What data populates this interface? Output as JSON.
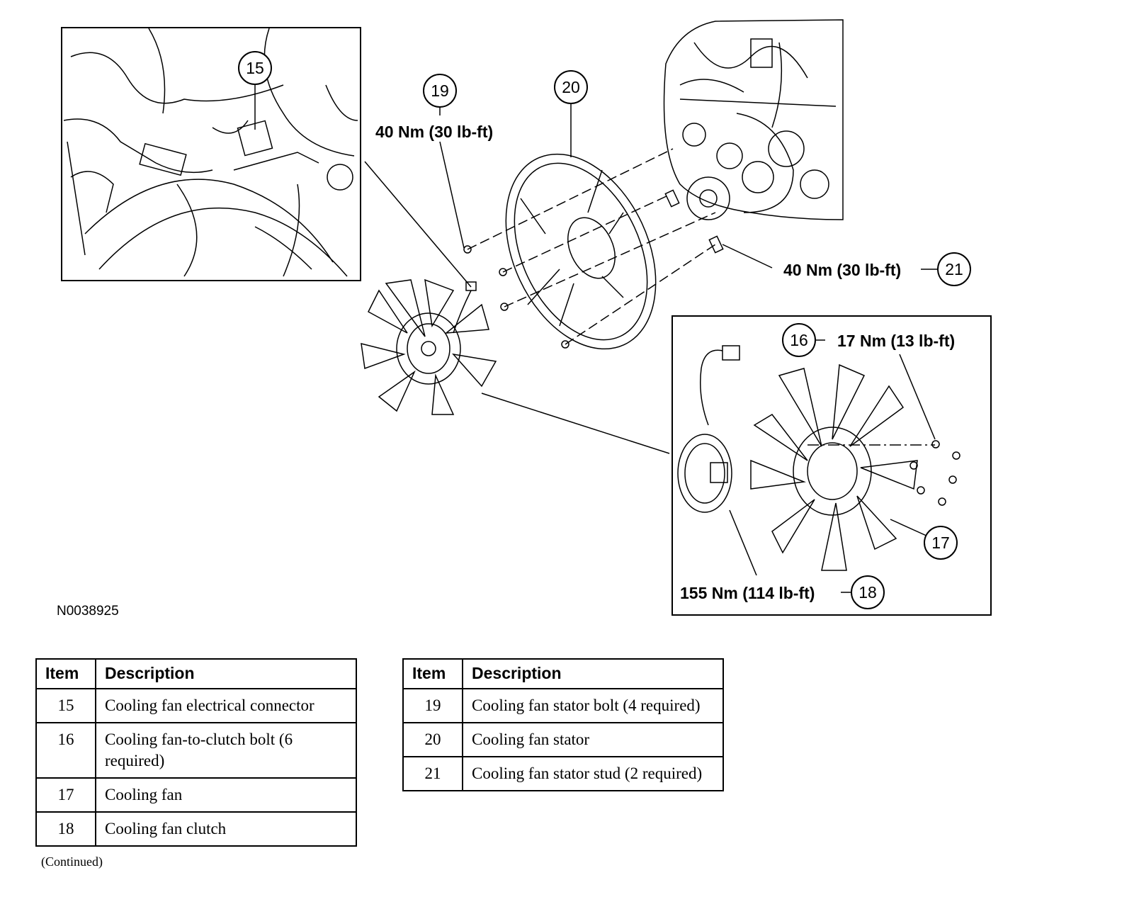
{
  "diagram": {
    "figure_id": "N0038925",
    "callouts": [
      {
        "id": "c15",
        "number": "15",
        "torque": ""
      },
      {
        "id": "c16",
        "number": "16",
        "torque": "17 Nm (13 lb-ft)"
      },
      {
        "id": "c17",
        "number": "17",
        "torque": ""
      },
      {
        "id": "c18",
        "number": "18",
        "torque": "155 Nm (114 lb-ft)"
      },
      {
        "id": "c19",
        "number": "19",
        "torque": "40 Nm (30 lb-ft)"
      },
      {
        "id": "c20",
        "number": "20",
        "torque": ""
      },
      {
        "id": "c21",
        "number": "21",
        "torque": "40 Nm (30 lb-ft)"
      }
    ]
  },
  "legend": {
    "headers": {
      "item": "Item",
      "description": "Description"
    },
    "left_rows": [
      {
        "item": "15",
        "description": "Cooling fan electrical connector"
      },
      {
        "item": "16",
        "description": "Cooling fan-to-clutch bolt (6 required)"
      },
      {
        "item": "17",
        "description": "Cooling fan"
      },
      {
        "item": "18",
        "description": "Cooling fan clutch"
      }
    ],
    "right_rows": [
      {
        "item": "19",
        "description": "Cooling fan stator bolt (4 required)"
      },
      {
        "item": "20",
        "description": "Cooling fan stator"
      },
      {
        "item": "21",
        "description": "Cooling fan stator stud (2 required)"
      }
    ],
    "continued": "(Continued)"
  }
}
